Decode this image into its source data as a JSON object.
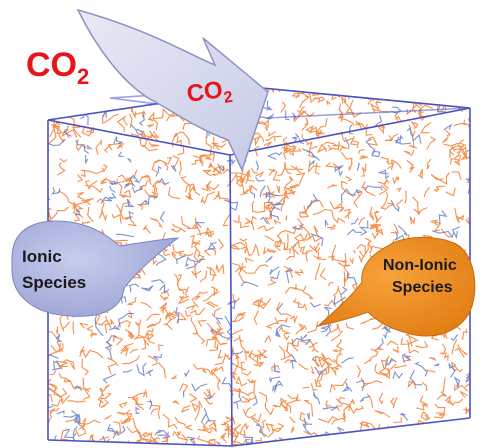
{
  "labels": {
    "co2_outer_main": "CO",
    "co2_outer_sub": "2",
    "co2_inner_main": "CO",
    "co2_inner_sub": "2",
    "ionic_line1": "Ionic",
    "ionic_line2": "Species",
    "nonionic_line1": "Non-Ionic",
    "nonionic_line2": "Species"
  },
  "colors": {
    "co2_text": "#e8141c",
    "arrow_fill": "#d9dbee",
    "arrow_stroke": "#8d92c2",
    "box_edge": "#4a52c4",
    "molecule_orange": "#f47b2c",
    "molecule_blue": "#6f86c9",
    "ionic_bubble": "#b3b9df",
    "nonionic_bubble": "#f3911c"
  },
  "icons": {
    "arrow": "curved-arrow-icon",
    "cube": "simulation-box"
  }
}
